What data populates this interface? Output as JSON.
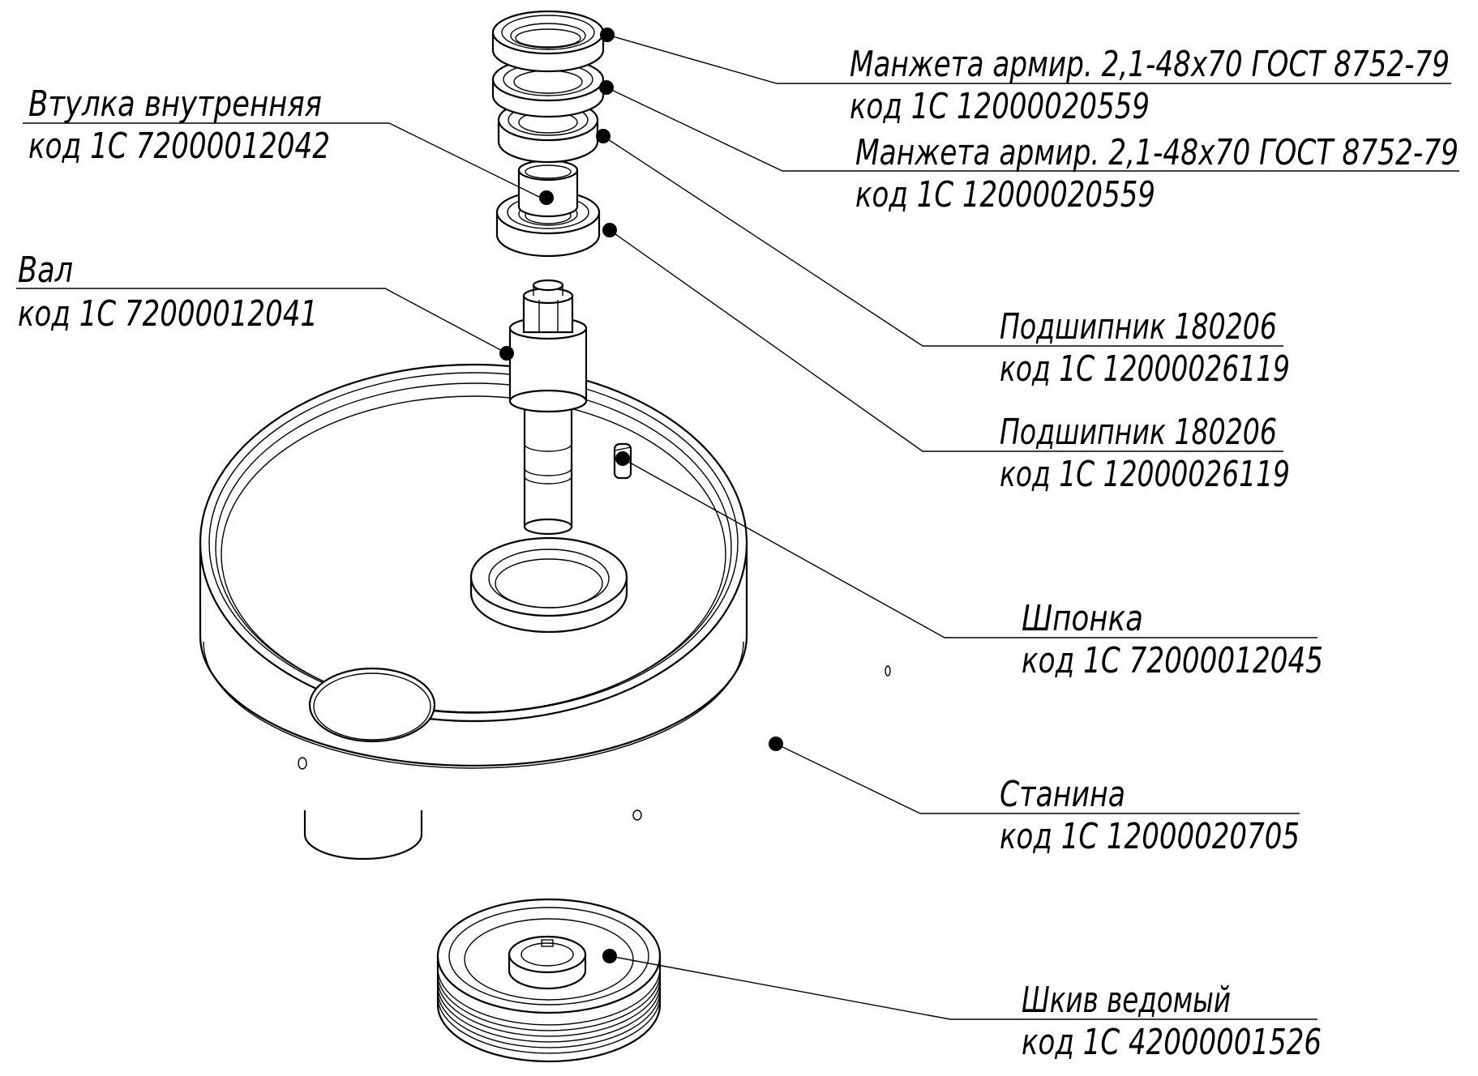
{
  "labels": [
    {
      "id": "manzheta-1",
      "name": "Манжета армир. 2,1-48х70 ГОСТ 8752-79",
      "code": "код 1С 12000020559"
    },
    {
      "id": "manzheta-2",
      "name": "Манжета армир. 2,1-48х70 ГОСТ 8752-79",
      "code": "код 1С 12000020559"
    },
    {
      "id": "vtulka",
      "name": "Втулка внутренняя",
      "code": "код 1С 72000012042"
    },
    {
      "id": "val",
      "name": "Вал",
      "code": "код 1С 72000012041"
    },
    {
      "id": "podshipnik-1",
      "name": "Подшипник 180206",
      "code": "код 1С 12000026119"
    },
    {
      "id": "podshipnik-2",
      "name": "Подшипник 180206",
      "code": "код 1С 12000026119"
    },
    {
      "id": "shponka",
      "name": "Шпонка",
      "code": "код 1С 72000012045"
    },
    {
      "id": "stanina",
      "name": "Станина",
      "code": "код 1С 12000020705"
    },
    {
      "id": "shkiv",
      "name": "Шкив ведомый",
      "code": "код 1С 42000001526"
    }
  ]
}
